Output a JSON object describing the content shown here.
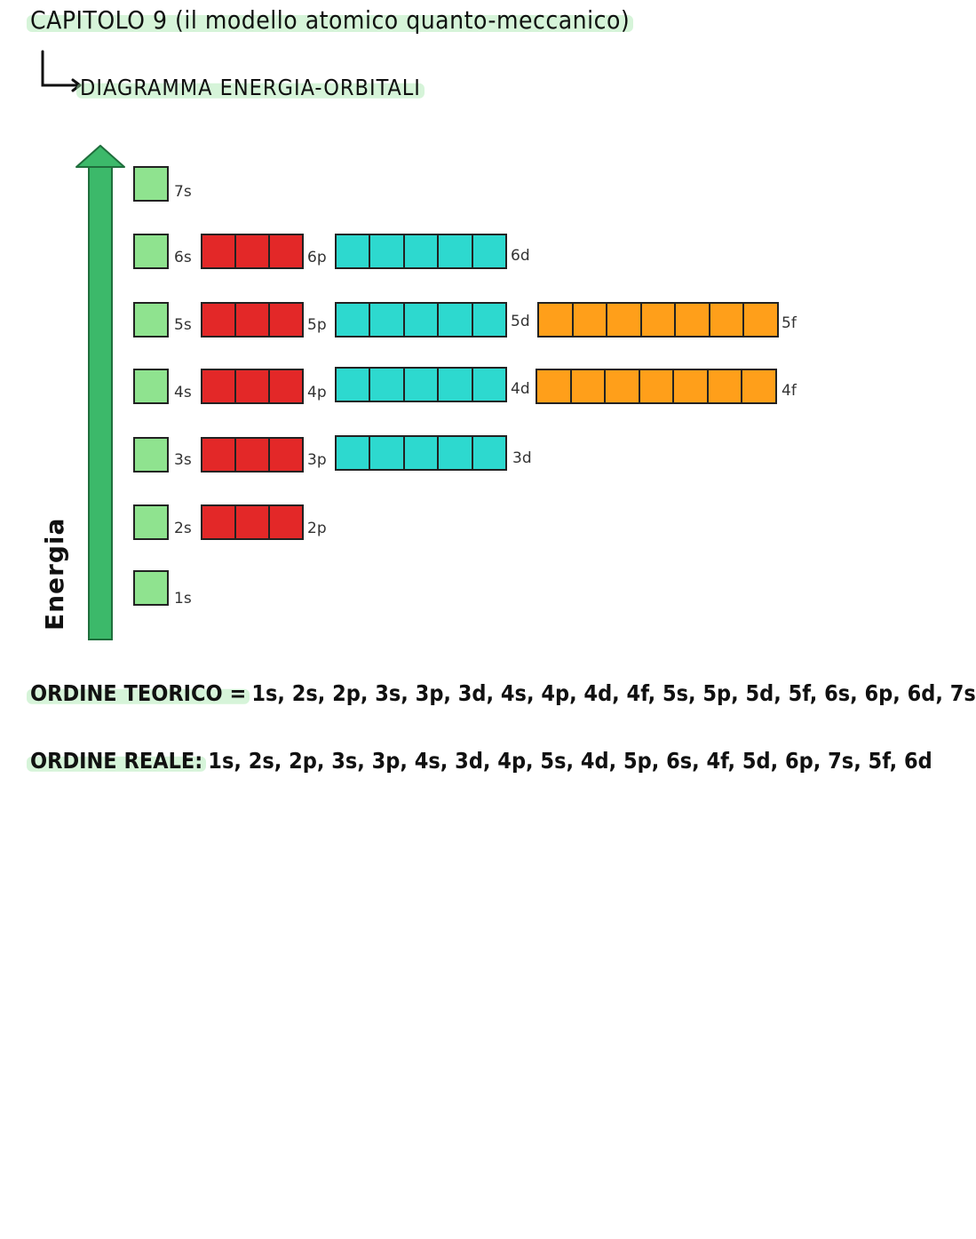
{
  "header": {
    "title": "CAPITOLO 9 (il modello atomico quanto-meccanico)",
    "subtitle": "DIAGRAMMA ENERGIA-ORBITALI"
  },
  "diagram": {
    "axis_label": "Energia",
    "colors": {
      "s": "#8fe38f",
      "p": "#e32828",
      "d": "#2dd9cf",
      "f": "#ff9f1a",
      "axis": "#3cb96a"
    },
    "orbitals": {
      "s7": "7s",
      "s6": "6s",
      "s5": "5s",
      "s4": "4s",
      "s3": "3s",
      "s2": "2s",
      "s1": "1s",
      "p6": "6p",
      "p5": "5p",
      "p4": "4p",
      "p3": "3p",
      "p2": "2p",
      "d6": "6d",
      "d5": "5d",
      "d4": "4d",
      "d3": "3d",
      "f5": "5f",
      "f4": "4f"
    }
  },
  "orders": {
    "teorico_label": "ORDINE TEORICO =",
    "teorico_seq": "1s, 2s, 2p, 3s, 3p, 3d, 4s, 4p, 4d, 4f, 5s, 5p, 5d, 5f, 6s, 6p, 6d, 7s",
    "reale_label": "ORDINE REALE:",
    "reale_seq": "1s, 2s, 2p, 3s, 3p, 4s, 3d, 4p, 5s, 4d, 5p, 6s, 4f, 5d, 6p, 7s, 5f, 6d"
  }
}
